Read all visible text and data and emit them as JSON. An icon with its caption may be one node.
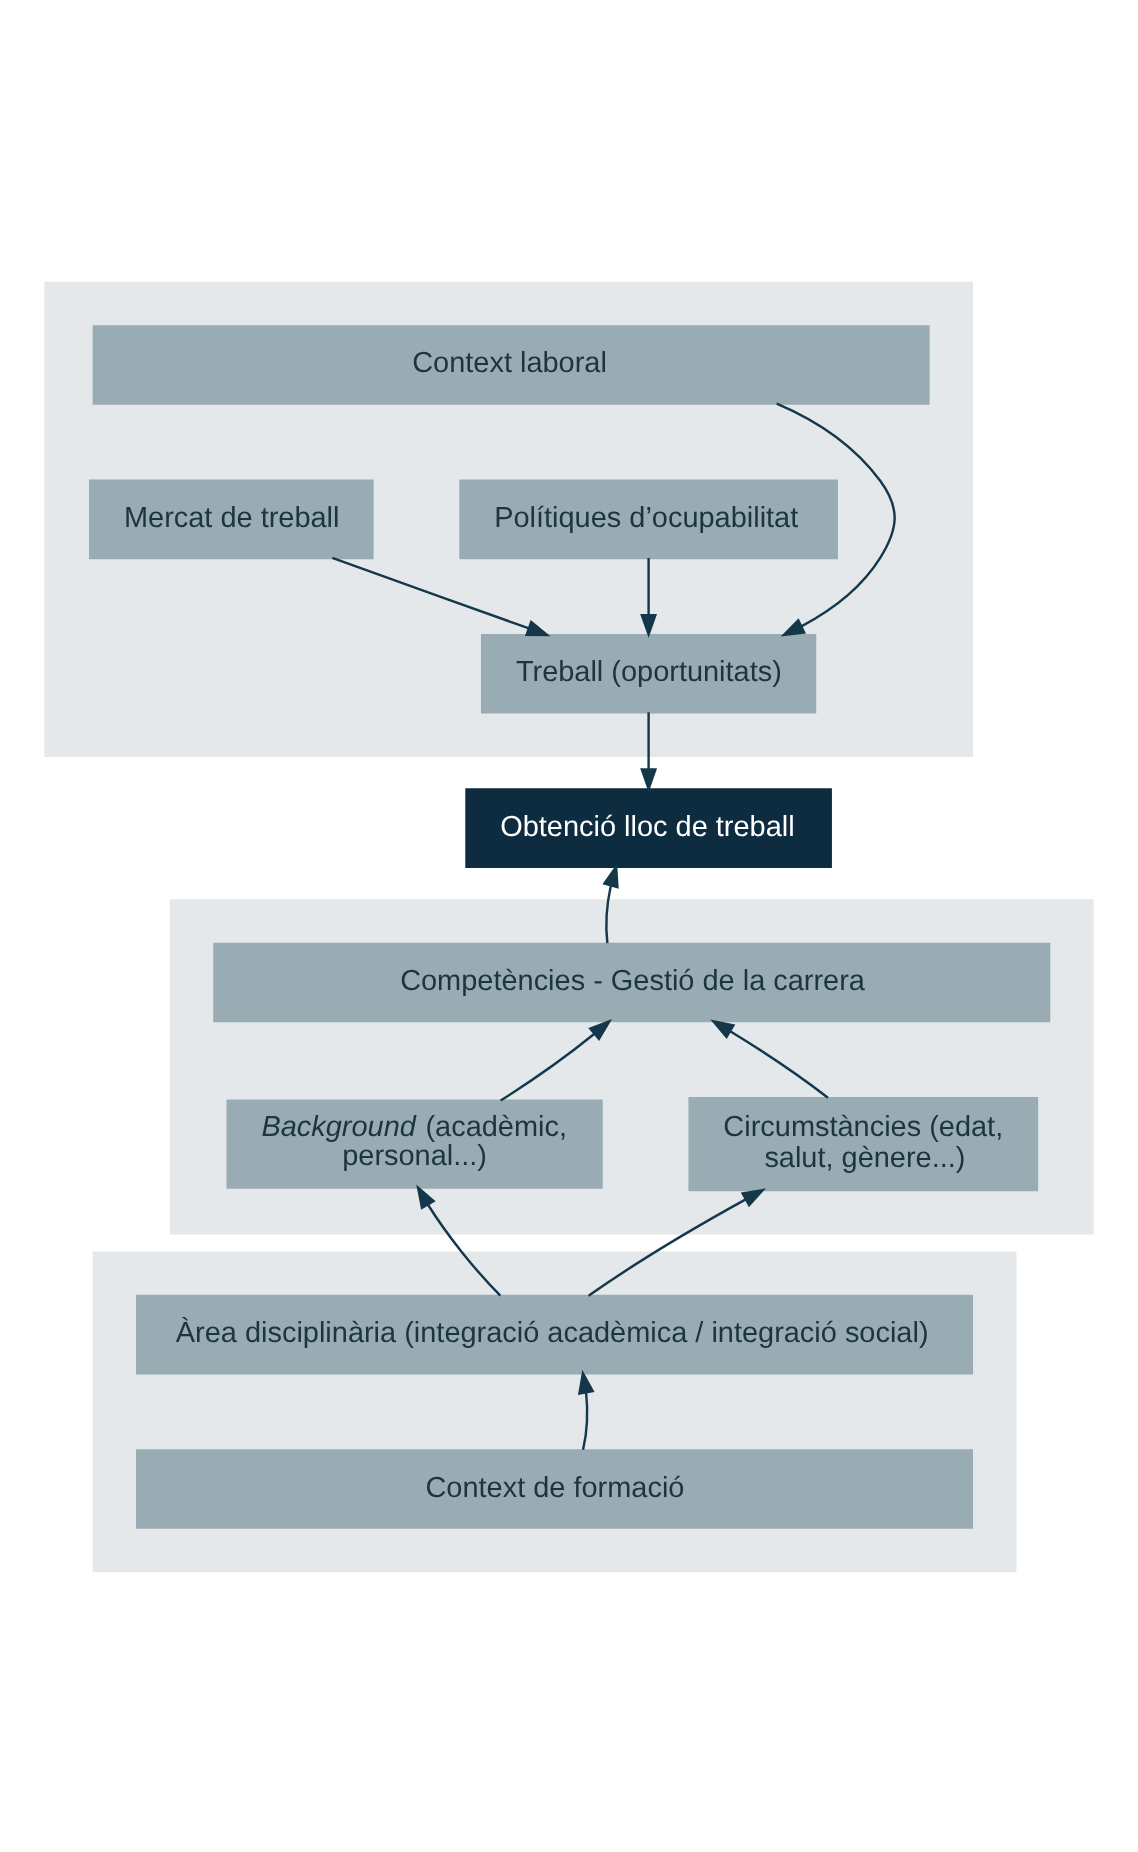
{
  "diagram": {
    "nodes": [
      {
        "text": [],
        "shape": "box"
      },
      {
        "text": [
          "Context laboral"
        ],
        "in": 0
      },
      {
        "text": [
          "Mercat de treball"
        ],
        "in": 0
      },
      {
        "text": [
          "Polítiques d’ocupabilitat"
        ],
        "in": 0
      },
      {
        "text": [
          "Treball (oportunitats)"
        ],
        "in": 0
      },
      {
        "text": [
          "Obtenció lloc de treball"
        ]
      },
      {
        "text": [],
        "shape": "box"
      },
      {
        "text": [
          "Competències - Gestió de la carrera"
        ],
        "in": 6
      },
      {
        "text": [
          "*Background* (acadèmic, personal...)"
        ],
        "in": 6
      },
      {
        "text": [
          "Circumstàncies (edat, salut, gènere...)"
        ],
        "in": 6
      },
      {
        "text": [],
        "shape": "box"
      },
      {
        "text": [
          "Àrea disciplinària (integració acadèmica / integració social)"
        ],
        "in": 10
      },
      {
        "text": [
          "Context de formació"
        ],
        "in": 10
      }
    ],
    "edges": [
      {
        "from": 1,
        "to": 4,
        "arrow": "to"
      },
      {
        "from": 2,
        "to": 4,
        "arrow": "to"
      },
      {
        "from": 3,
        "to": 4,
        "arrow": "to"
      },
      {
        "from": 4,
        "to": 5,
        "arrow": "to"
      },
      {
        "from": 7,
        "to": 5,
        "arrow": "to"
      },
      {
        "from": 8,
        "to": 7,
        "arrow": "to"
      },
      {
        "from": 9,
        "to": 7,
        "arrow": "to"
      },
      {
        "from": 11,
        "to": 8,
        "arrow": "to"
      },
      {
        "from": 11,
        "to": 9,
        "arrow": "to"
      },
      {
        "from": 12,
        "to": 11,
        "arrow": "to"
      }
    ]
  }
}
